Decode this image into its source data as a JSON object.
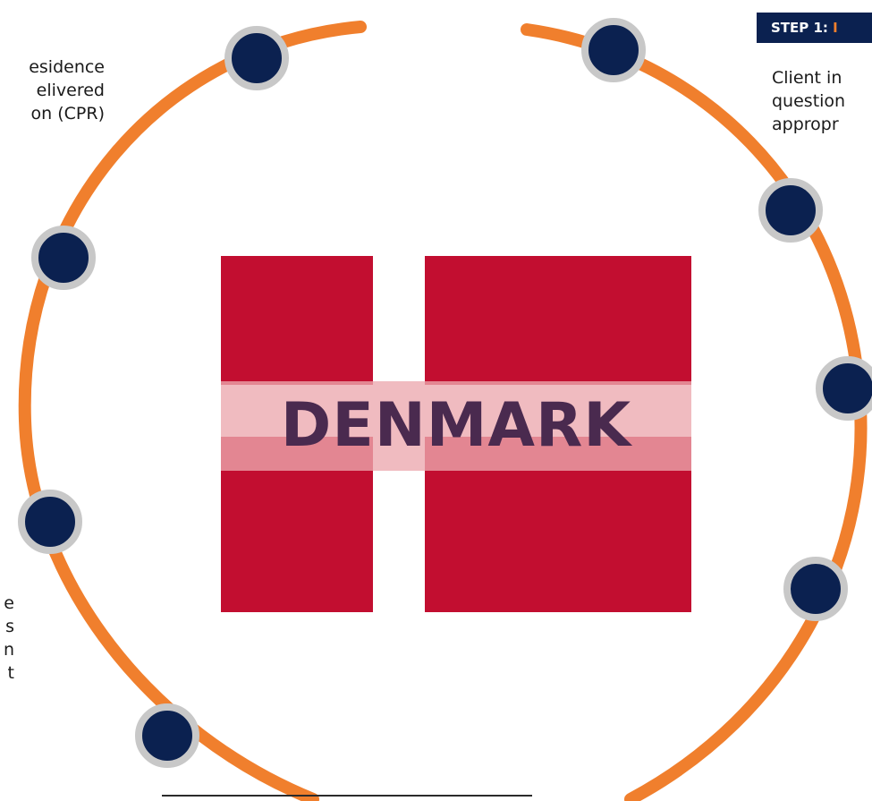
{
  "left_text_top": [
    "esidence",
    "elivered",
    "on (CPR)"
  ],
  "left_text_bottom": [
    "e",
    "s",
    "n",
    "t"
  ],
  "step_banner": {
    "prefix": "STEP 1: ",
    "accent": "I"
  },
  "step_text": [
    "Client in",
    "question",
    "appropr"
  ],
  "flag": {
    "title": "DENMARK"
  },
  "colors": {
    "ring": "#f07f2d",
    "node_fill": "#0b2150",
    "node_border": "#c8c8c8",
    "banner": "#0b2150",
    "accent": "#f07f2d",
    "flag_red": "#c20e30",
    "title": "#4a2a4f"
  }
}
